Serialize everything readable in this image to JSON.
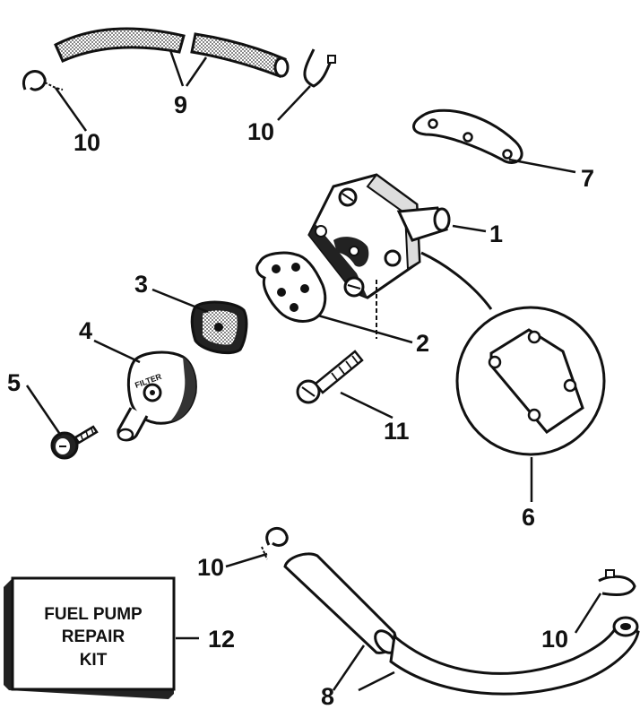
{
  "callouts": {
    "c1": "1",
    "c2": "2",
    "c3": "3",
    "c4": "4",
    "c5": "5",
    "c6": "6",
    "c7": "7",
    "c8": "8",
    "c9": "9",
    "c10a": "10",
    "c10b": "10",
    "c10c": "10",
    "c10d": "10",
    "c11": "11",
    "c12": "12"
  },
  "kit": {
    "line1": "FUEL PUMP",
    "line2": "REPAIR",
    "line3": "KIT"
  },
  "filter_label": "FILTER",
  "colors": {
    "ink": "#111111",
    "paper": "#ffffff",
    "hose_mesh": "#555555"
  }
}
